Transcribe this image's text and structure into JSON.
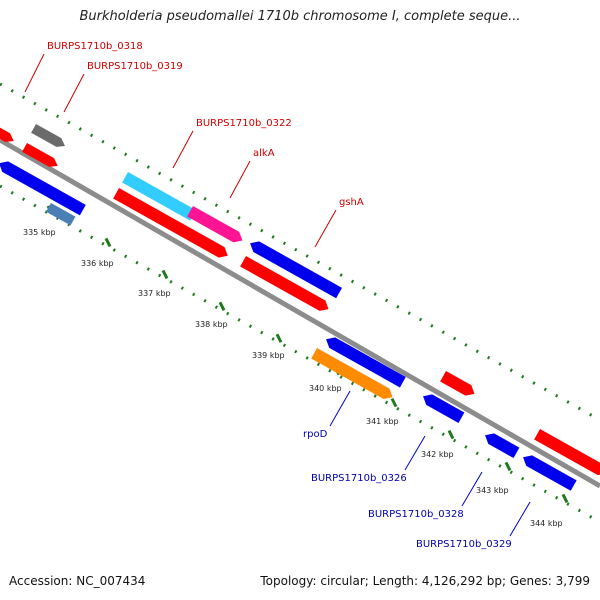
{
  "title": "Burkholderia pseudomallei 1710b chromosome I, complete seque...",
  "footer": {
    "accession": "Accession: NC_007434",
    "summary": "Topology: circular; Length: 4,126,292 bp; Genes: 3,799"
  },
  "colors": {
    "backbone": "#8c8c8c",
    "tick_dots": "#1f7a1f",
    "label_red": "#cc0000",
    "label_blue": "#0000aa",
    "leader_red": "#cc0000",
    "leader_blue": "#0000cc"
  },
  "ruler": [
    "335 kbp",
    "336 kbp",
    "337 kbp",
    "338 kbp",
    "339 kbp",
    "340 kbp",
    "341 kbp",
    "342 kbp",
    "343 kbp",
    "344 kbp"
  ],
  "gene_labels": [
    {
      "text": "BURPS1710b_0318",
      "color": "red"
    },
    {
      "text": "BURPS1710b_0319",
      "color": "red"
    },
    {
      "text": "BURPS1710b_0322",
      "color": "red"
    },
    {
      "text": "alkA",
      "color": "red"
    },
    {
      "text": "gshA",
      "color": "red"
    },
    {
      "text": "rpoD",
      "color": "blue"
    },
    {
      "text": "BURPS1710b_0326",
      "color": "blue"
    },
    {
      "text": "BURPS1710b_0328",
      "color": "blue"
    },
    {
      "text": "BURPS1710b_0329",
      "color": "blue"
    }
  ],
  "features": [
    {
      "color": "#ff0000"
    },
    {
      "color": "#6b6b6b"
    },
    {
      "color": "#ff0000"
    },
    {
      "color": "#0000ee"
    },
    {
      "color": "#4a7fb5"
    },
    {
      "color": "#33ccff"
    },
    {
      "color": "#ff1493"
    },
    {
      "color": "#ff0000"
    },
    {
      "color": "#0000ee"
    },
    {
      "color": "#ff0000"
    },
    {
      "color": "#0000ee"
    },
    {
      "color": "#ff8c00"
    },
    {
      "color": "#ff0000"
    },
    {
      "color": "#0000ee"
    },
    {
      "color": "#0000ee"
    },
    {
      "color": "#ff0000"
    },
    {
      "color": "#0000ee"
    }
  ]
}
